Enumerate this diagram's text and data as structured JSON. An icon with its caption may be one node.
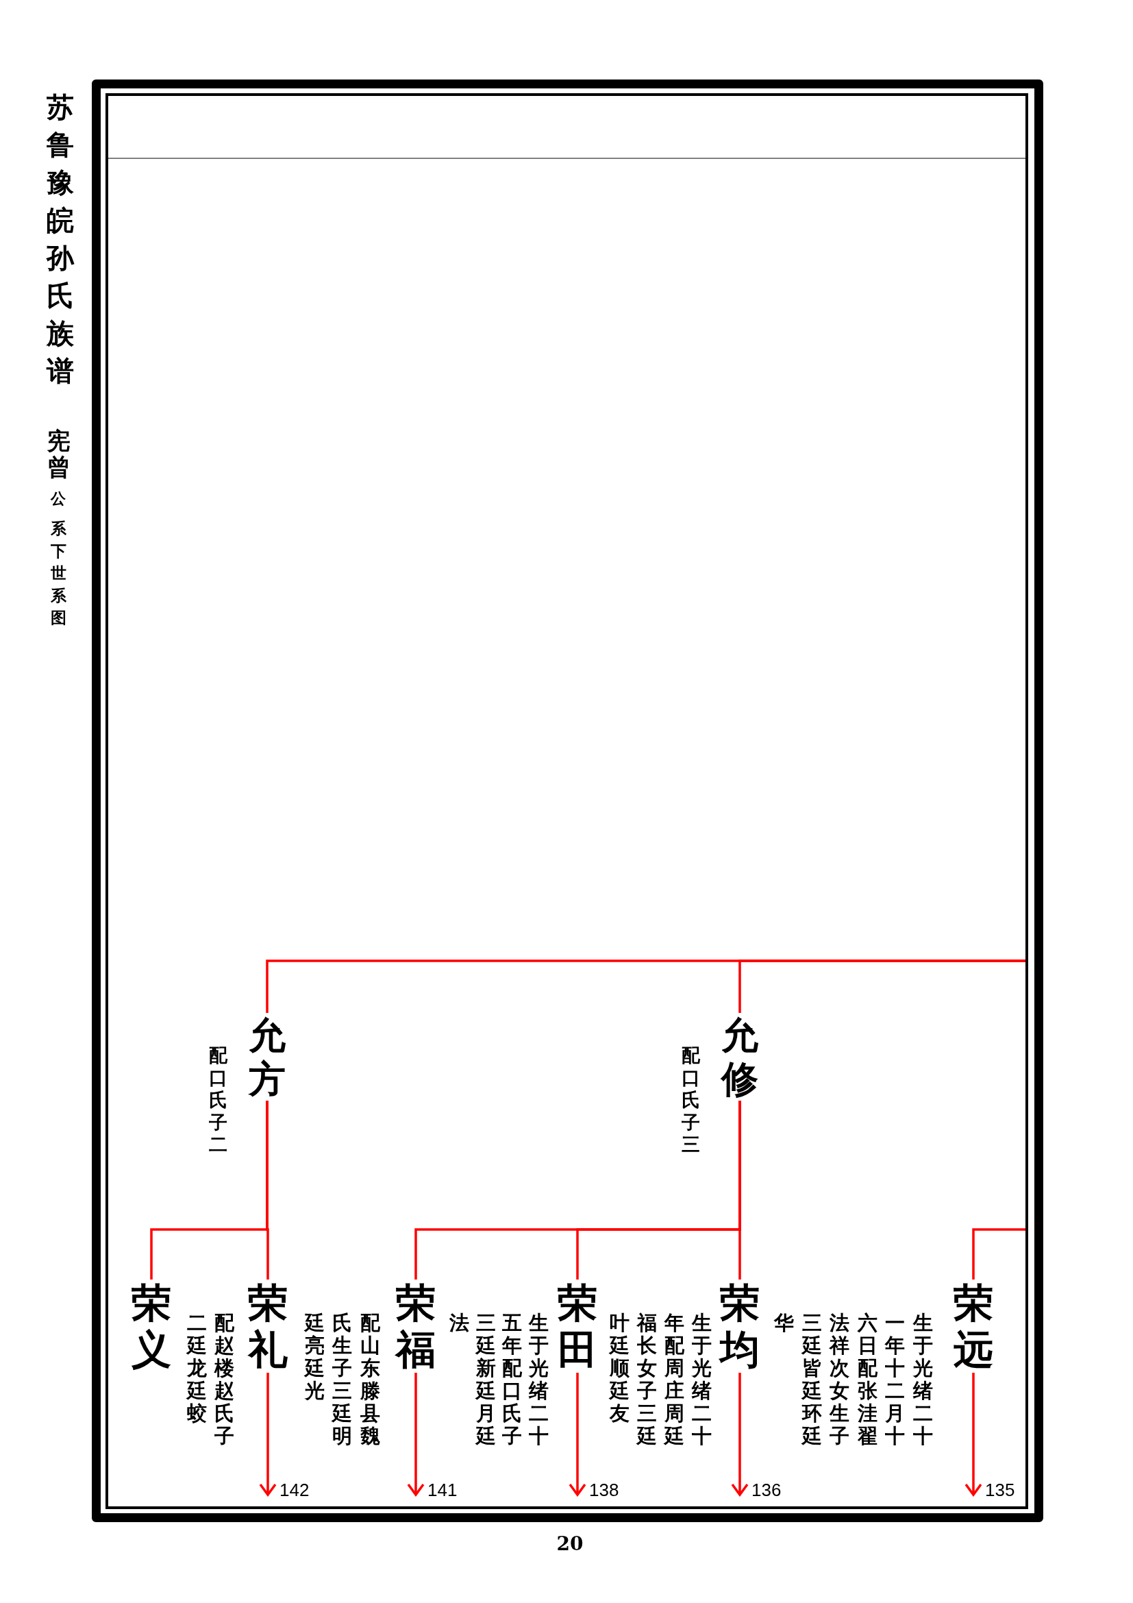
{
  "diagram": {
    "title": "苏鲁豫皖孙氏族谱",
    "nodes": [
      {
        "text": [
          "允修"
        ],
        "beside": [
          "配口氏子三"
        ]
      },
      {
        "text": [
          "允方"
        ],
        "beside": [
          "配口氏子二"
        ]
      },
      {
        "text": [
          "荣远"
        ],
        "beside": [
          "生于光绪二十一年十二月十六日配张洼翟法祥次女生子三廷皆廷环廷华"
        ]
      },
      {
        "text": [
          "荣均"
        ],
        "beside": [
          "生于光绪二十年配周庄周廷福长女子三廷叶廷顺廷友"
        ]
      },
      {
        "text": [
          "荣田"
        ],
        "beside": [
          "生于光绪二十五年配口氏子三廷新廷月廷法"
        ]
      },
      {
        "text": [
          "荣福"
        ],
        "beside": [
          "配山东滕县魏氏生子三廷明廷亮廷光"
        ]
      },
      {
        "text": [
          "荣礼"
        ],
        "beside": [
          "配赵楼赵氏子二廷龙廷蛟"
        ]
      },
      {
        "text": [
          "荣义"
        ]
      }
    ],
    "edges": [
      {
        "from": null,
        "to": 0,
        "arrow": "none"
      },
      {
        "from": null,
        "to": 1,
        "arrow": "none"
      },
      {
        "from": null,
        "to": 2,
        "arrow": "none"
      },
      {
        "from": 0,
        "to": 3,
        "arrow": "none"
      },
      {
        "from": 0,
        "to": 4,
        "arrow": "none"
      },
      {
        "from": 0,
        "to": 5,
        "arrow": "none"
      },
      {
        "from": 1,
        "to": 6,
        "arrow": "none"
      },
      {
        "from": 1,
        "to": 7,
        "arrow": "none"
      },
      {
        "from": 2,
        "to": null,
        "arrow": "to",
        "label": "135"
      },
      {
        "from": 3,
        "to": null,
        "arrow": "to",
        "label": "136"
      },
      {
        "from": 4,
        "to": null,
        "arrow": "to",
        "label": "138"
      },
      {
        "from": 5,
        "to": null,
        "arrow": "to",
        "label": "141"
      },
      {
        "from": 6,
        "to": null,
        "arrow": "to",
        "label": "142"
      }
    ],
    "labels": [
      "宪曾",
      "公",
      "系下世系图",
      "20"
    ]
  }
}
